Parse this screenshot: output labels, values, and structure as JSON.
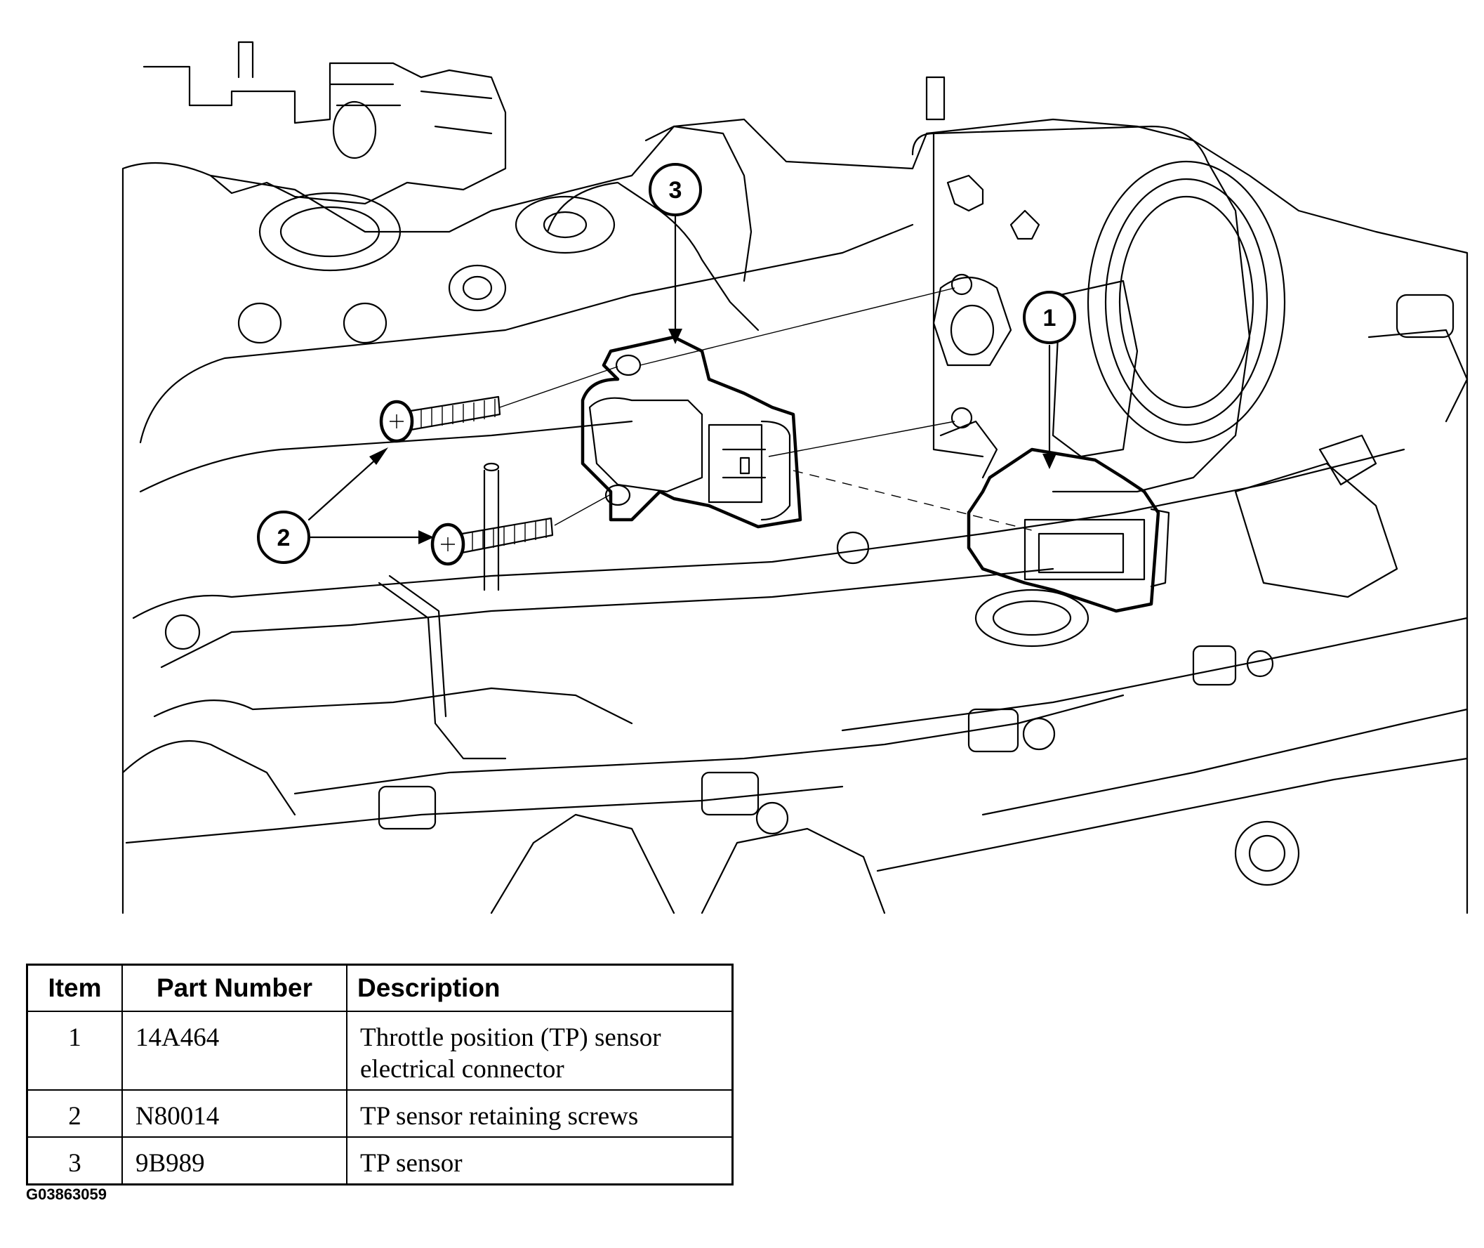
{
  "callouts": [
    "1",
    "2",
    "3"
  ],
  "table": {
    "headers": [
      "Item",
      "Part Number",
      "Description"
    ],
    "rows": [
      {
        "item": "1",
        "part": "14A464",
        "desc_line1": "Throttle position (TP) sensor",
        "desc_line2": "electrical connector"
      },
      {
        "item": "2",
        "part": "N80014",
        "desc_line1": "TP sensor retaining screws",
        "desc_line2": ""
      },
      {
        "item": "3",
        "part": "9B989",
        "desc_line1": "TP sensor",
        "desc_line2": ""
      }
    ]
  },
  "figure_id": "G03863059"
}
